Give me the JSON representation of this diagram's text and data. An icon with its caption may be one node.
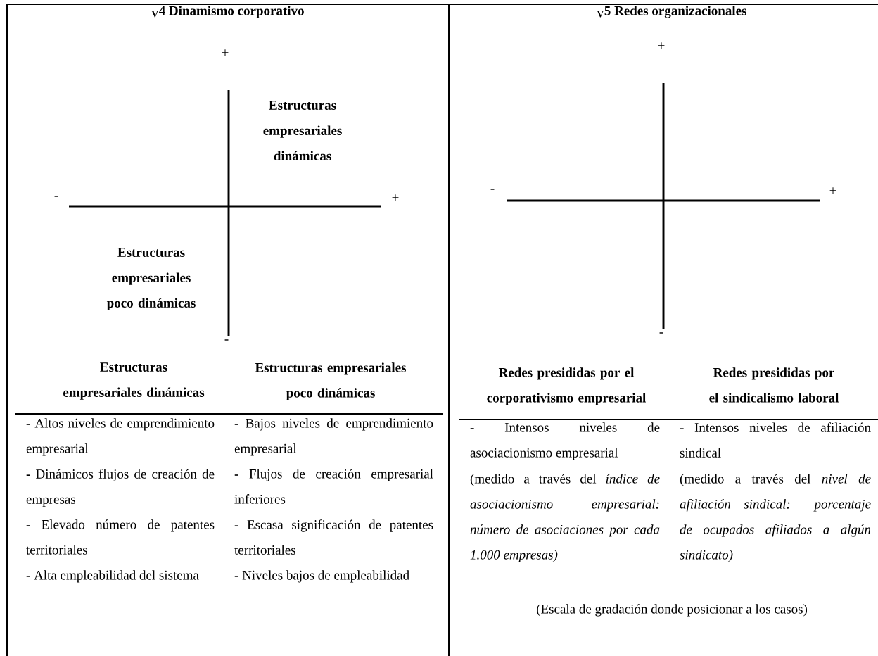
{
  "diagram": {
    "labels": [
      "$_{V}$4 Dinamismo corporativo",
      "+",
      "Estructuras empresariales dinámicas",
      "-",
      "+",
      "Estructuras empresariales poco dinámicas",
      "-",
      "Estructuras empresariales dinámicas",
      "Estructuras empresariales poco dinámicas",
      "**-** Altos niveles de emprendimiento empresarial",
      "**-** Dinámicos flujos de creación de empresas",
      "**-** Elevado número de patentes territoriales",
      "- Alta empleabilidad del sistema",
      "**-** Bajos niveles de emprendimiento empresarial",
      "**-** Flujos de creación empresarial inferiores",
      "**-** Escasa significación de patentes territoriales",
      "- Niveles bajos de empleabilidad",
      "$_{V}$5 Redes organizacionales",
      "+",
      "-",
      "+",
      "-",
      "Redes presididas por el corporativismo empresarial",
      "Redes presididas por el sindicalismo laboral",
      "**-** Intensos niveles de asociacionismo empresarial",
      "(medido a través del *índice de asociacionismo empresarial: número de asociaciones por cada 1.000 empresas)*",
      "**-** Intensos niveles de afiliación sindical",
      "(medido a través del *nivel de afiliación sindical: porcentaje de ocupados afiliados a algún sindicato)*",
      "(Escala de gradación donde posicionar a los casos)"
    ]
  }
}
